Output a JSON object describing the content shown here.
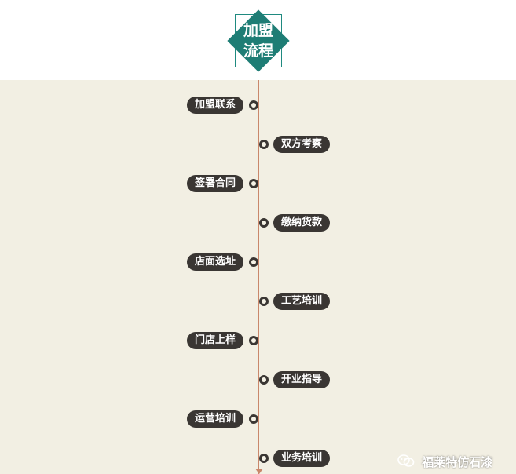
{
  "badge": {
    "line1": "加盟",
    "line2": "流程",
    "color": "#1e7d75"
  },
  "steps": [
    {
      "label": "加盟联系",
      "side": "left"
    },
    {
      "label": "双方考察",
      "side": "right"
    },
    {
      "label": "签署合同",
      "side": "left"
    },
    {
      "label": "缴纳货款",
      "side": "right"
    },
    {
      "label": "店面选址",
      "side": "left"
    },
    {
      "label": "工艺培训",
      "side": "right"
    },
    {
      "label": "门店上样",
      "side": "left"
    },
    {
      "label": "开业指导",
      "side": "right"
    },
    {
      "label": "运营培训",
      "side": "left"
    },
    {
      "label": "业务培训",
      "side": "right"
    }
  ],
  "watermark": {
    "text": "福莱特仿石漆",
    "icon": "wechat-icon"
  },
  "colors": {
    "panel": "#f2efe3",
    "pill": "#3a3633",
    "spine": "#c9876b"
  }
}
